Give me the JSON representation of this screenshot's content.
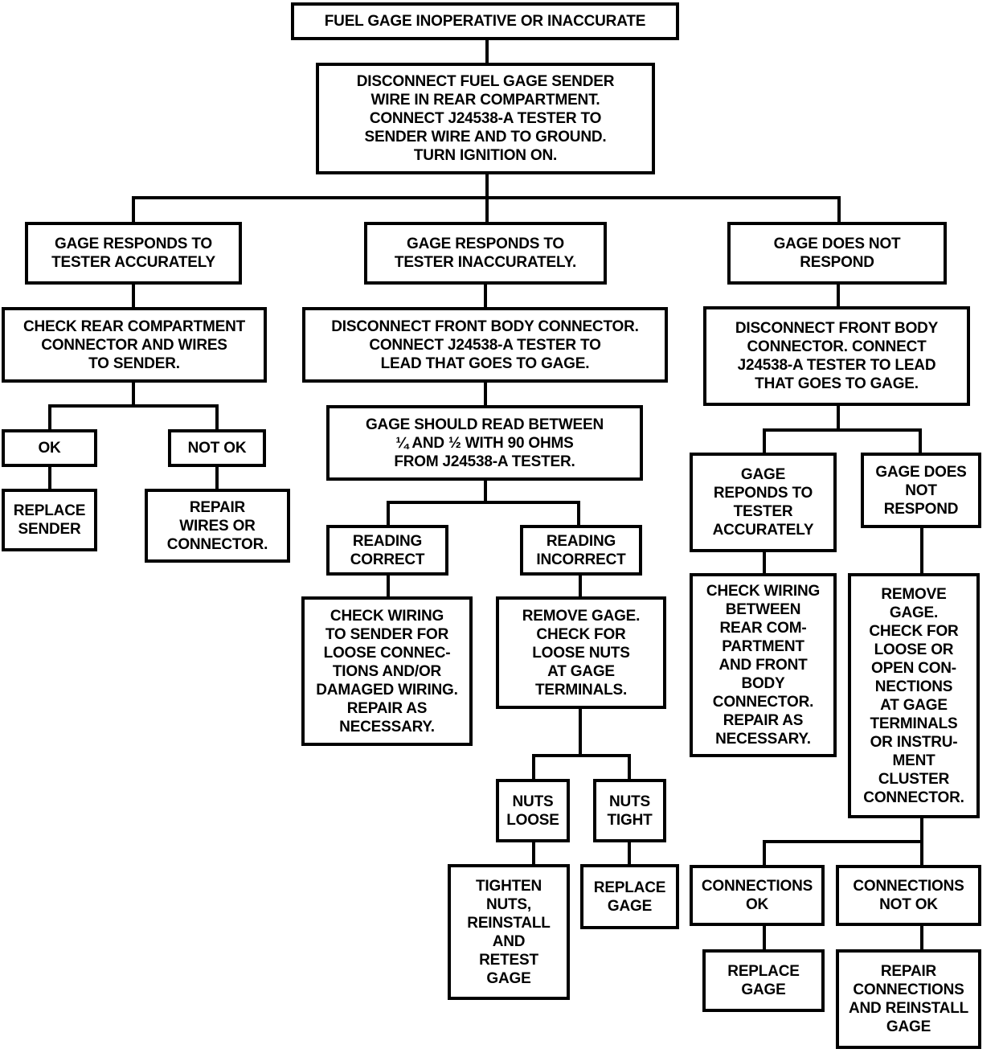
{
  "title": "FUEL GAGE INOPERATIVE OR INACCURATE",
  "nodes": {
    "root": "FUEL GAGE INOPERATIVE OR INACCURATE",
    "step1": "DISCONNECT FUEL GAGE SENDER\nWIRE IN REAR COMPARTMENT.\nCONNECT J24538-A TESTER TO\nSENDER WIRE AND TO GROUND.\nTURN IGNITION ON.",
    "a_cond": "GAGE RESPONDS TO\nTESTER ACCURATELY",
    "a_step": "CHECK REAR COMPARTMENT\nCONNECTOR AND WIRES\nTO SENDER.",
    "a_ok": "OK",
    "a_notok": "NOT OK",
    "a_ok_action": "REPLACE\nSENDER",
    "a_notok_action": "REPAIR\nWIRES OR\nCONNECTOR.",
    "b_cond": "GAGE RESPONDS TO\nTESTER INACCURATELY.",
    "b_step": "DISCONNECT FRONT BODY CONNECTOR.\nCONNECT J24538-A TESTER TO\nLEAD THAT GOES TO GAGE.",
    "b_check": "GAGE SHOULD READ BETWEEN\n¼ AND ½ WITH 90 OHMS\nFROM J24538-A TESTER.",
    "b_correct": "READING\nCORRECT",
    "b_incorrect": "READING\nINCORRECT",
    "b_correct_action": "CHECK WIRING\nTO SENDER FOR\nLOOSE CONNEC-\nTIONS AND/OR\nDAMAGED WIRING.\nREPAIR AS\nNECESSARY.",
    "b_incorrect_action": "REMOVE GAGE.\nCHECK FOR\nLOOSE NUTS\nAT GAGE\nTERMINALS.",
    "b_loose": "NUTS\nLOOSE",
    "b_tight": "NUTS\nTIGHT",
    "b_loose_action": "TIGHTEN\nNUTS,\nREINSTALL\nAND\nRETEST\nGAGE",
    "b_tight_action": "REPLACE\nGAGE",
    "c_cond": "GAGE DOES NOT\nRESPOND",
    "c_step": "DISCONNECT FRONT BODY\nCONNECTOR. CONNECT\nJ24538-A TESTER TO LEAD\nTHAT GOES TO GAGE.",
    "c_accurate": "GAGE\nREPONDS TO\nTESTER\nACCURATELY",
    "c_noresp": "GAGE DOES\nNOT\nRESPOND",
    "c_accurate_action": "CHECK WIRING\nBETWEEN\nREAR COM-\nPARTMENT\nAND FRONT\nBODY\nCONNECTOR.\nREPAIR AS\nNECESSARY.",
    "c_noresp_action": "REMOVE\nGAGE.\nCHECK FOR\nLOOSE OR\nOPEN CON-\nNECTIONS\nAT GAGE\nTERMINALS\nOR INSTRU-\nMENT\nCLUSTER\nCONNECTOR.",
    "c_conn_ok": "CONNECTIONS\nOK",
    "c_conn_notok": "CONNECTIONS\nNOT OK",
    "c_conn_ok_action": "REPLACE\nGAGE",
    "c_conn_notok_action": "REPAIR\nCONNECTIONS\nAND REINSTALL\nGAGE"
  }
}
